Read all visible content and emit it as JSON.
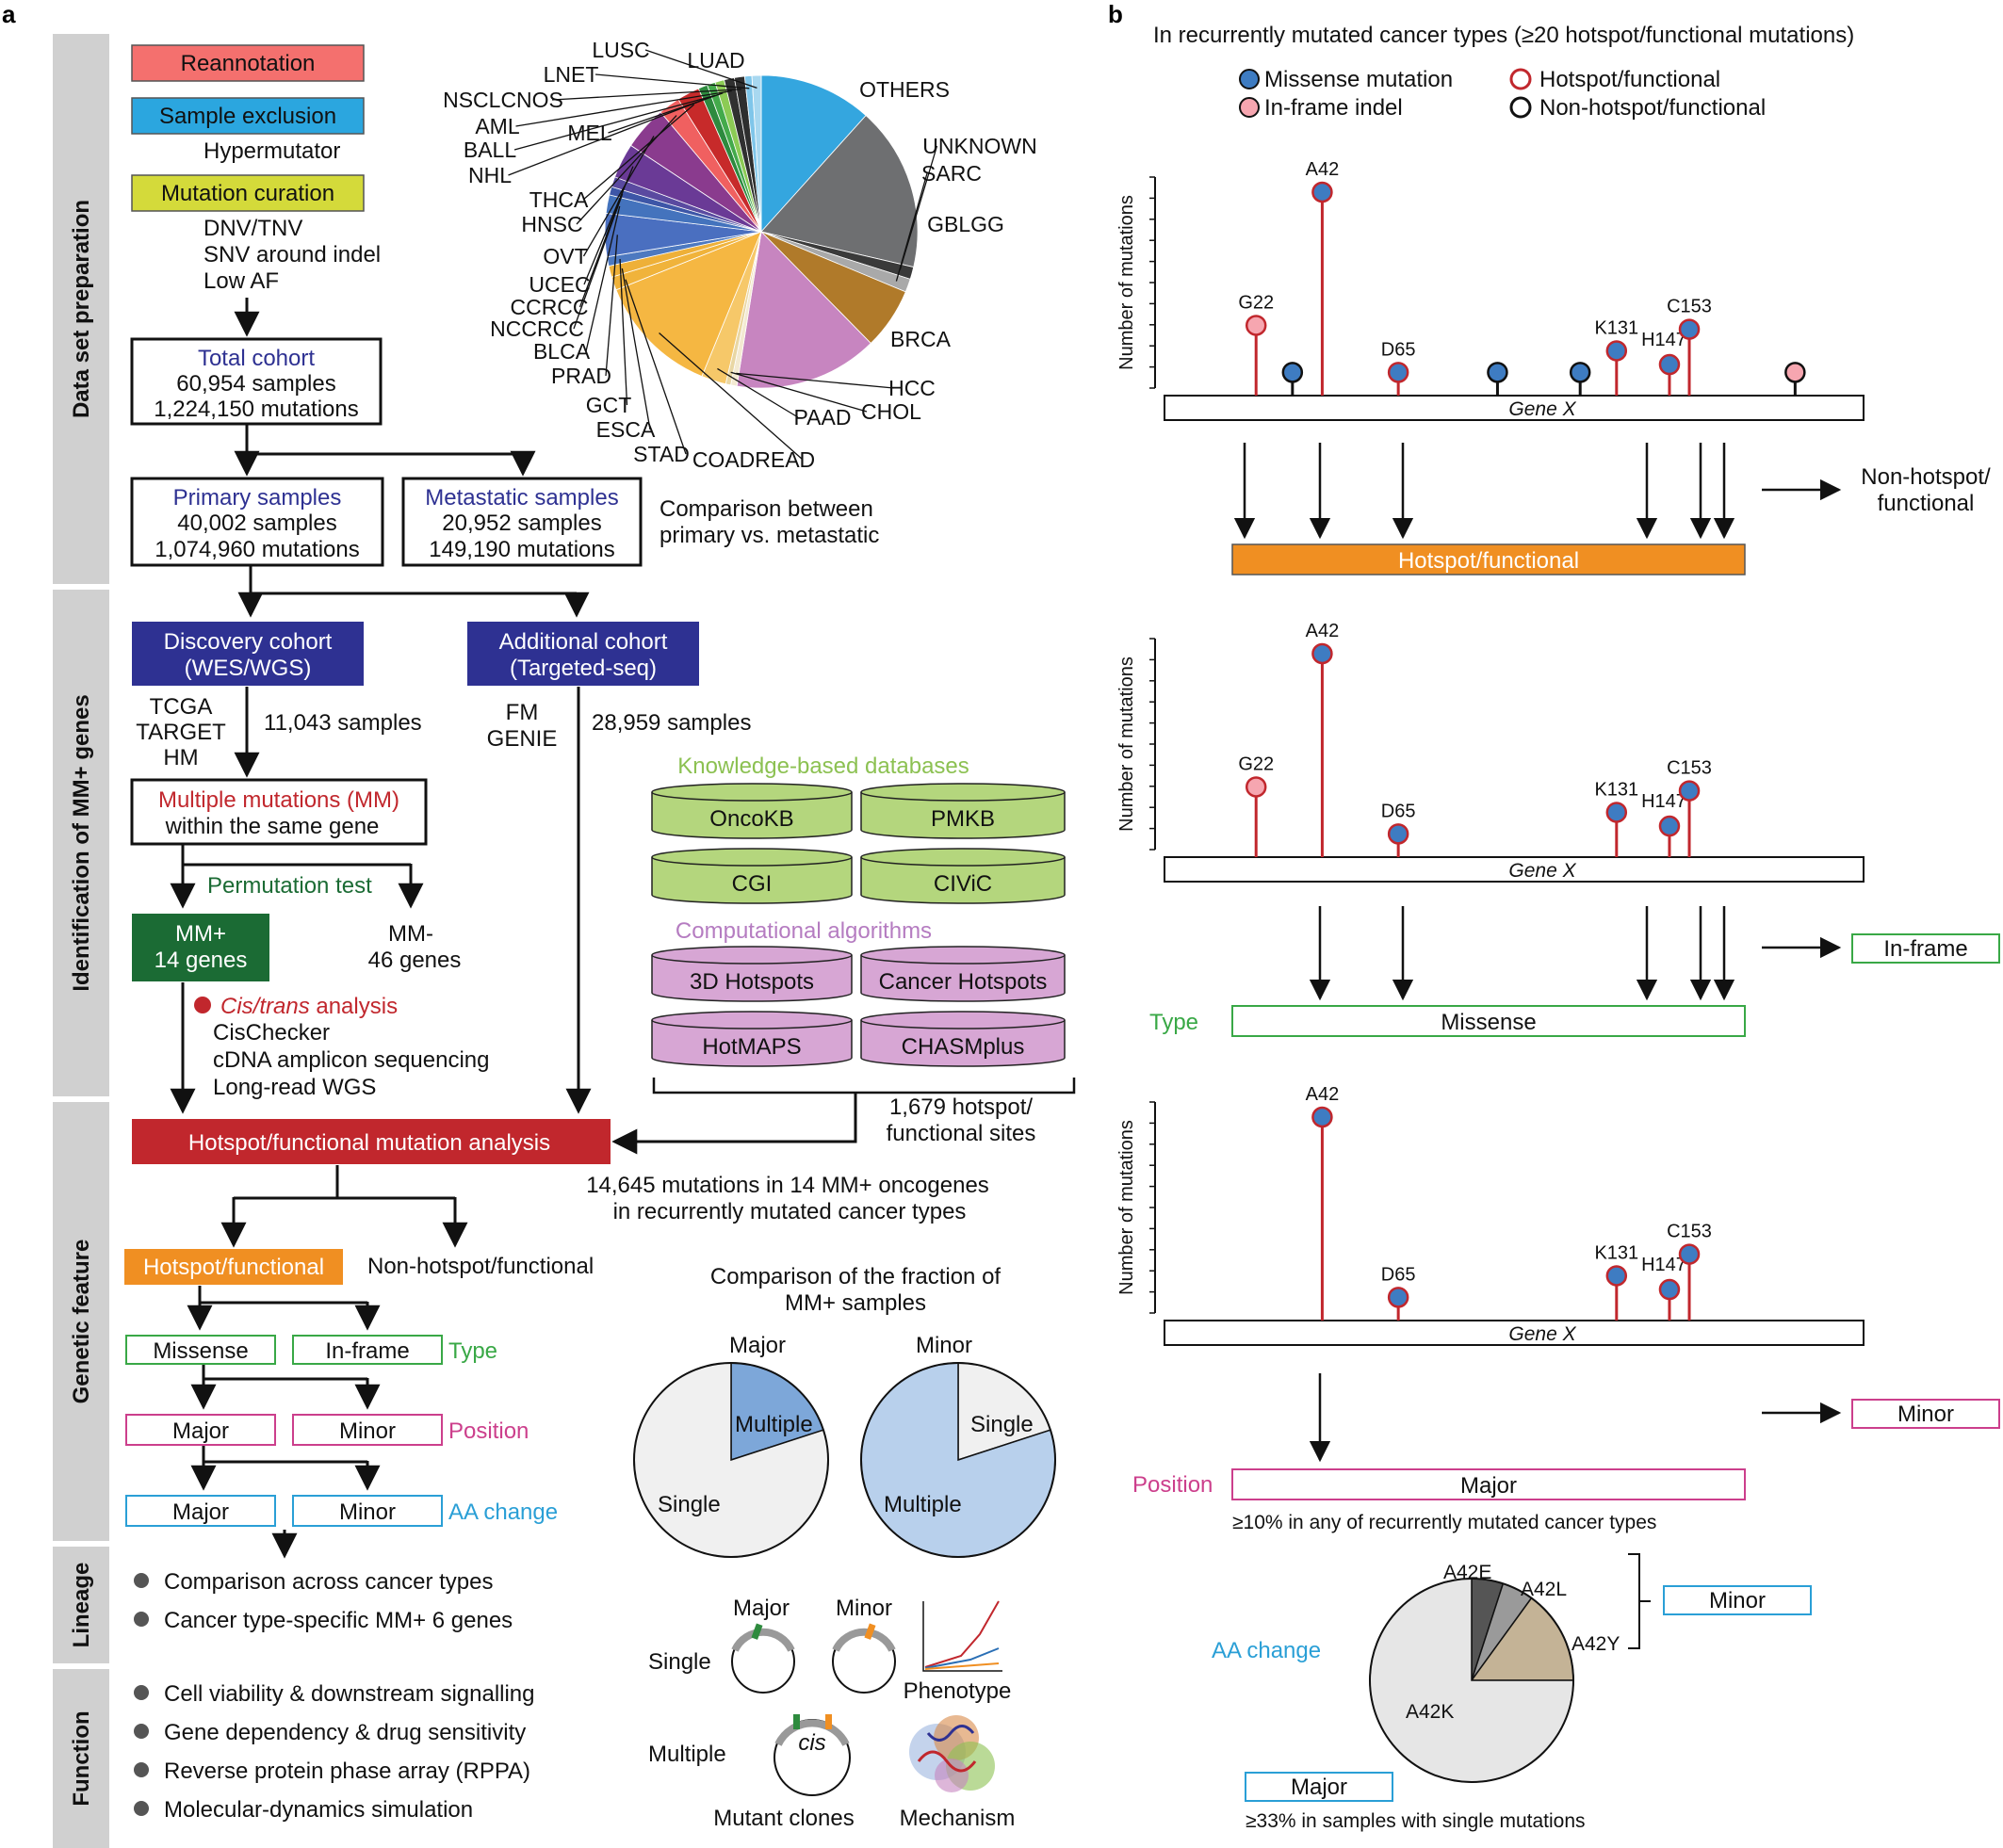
{
  "panel_a": {
    "label": "a",
    "sections": [
      "Data set preparation",
      "Identification of MM+ genes",
      "Genetic feature",
      "Lineage",
      "Function"
    ],
    "reannotation": "Reannotation",
    "sample_exclusion": "Sample exclusion",
    "hypermutator": "Hypermutator",
    "mutation_curation": "Mutation curation",
    "curation_items": [
      "DNV/TNV",
      "SNV around indel",
      "Low AF"
    ],
    "total_cohort": [
      "Total cohort",
      "60,954 samples",
      "1,224,150 mutations"
    ],
    "primary": [
      "Primary samples",
      "40,002 samples",
      "1,074,960  mutations"
    ],
    "metastatic": [
      "Metastatic samples",
      "20,952 samples",
      "149,190 mutations"
    ],
    "comparison": [
      "Comparison between",
      "primary vs. metastatic"
    ],
    "discovery": [
      "Discovery cohort",
      "(WES/WGS)"
    ],
    "discovery_sources": [
      "TCGA",
      "TARGET",
      "HM"
    ],
    "discovery_count": "11,043 samples",
    "additional": [
      "Additional cohort",
      "(Targeted-seq)"
    ],
    "additional_sources": [
      "FM",
      "GENIE"
    ],
    "additional_count": "28,959 samples",
    "mm_box": [
      "Multiple mutations (MM)",
      "within the same gene"
    ],
    "permutation": "Permutation test",
    "mm_plus": [
      "MM+",
      "14 genes"
    ],
    "mm_minus": [
      "MM-",
      "46 genes"
    ],
    "cistrans_italic": "Cis/trans",
    "cistrans_rest": " analysis",
    "cis_methods": [
      "CisChecker",
      "cDNA amplicon sequencing",
      "Long-read WGS"
    ],
    "knowledge_title": "Knowledge-based databases",
    "knowledge_dbs": [
      "OncoKB",
      "PMKB",
      "CGI",
      "CIViC"
    ],
    "computational_title": "Computational algorithms",
    "computational_dbs": [
      "3D Hotspots",
      "Cancer Hotspots",
      "HotMAPS",
      "CHASMplus"
    ],
    "hotspot_sites": [
      "1,679 hotspot/",
      "functional sites"
    ],
    "hotspot_analysis": "Hotspot/functional mutation analysis",
    "mutations_note": [
      "14,645 mutations in 14 MM+ oncogenes",
      "in recurrently mutated cancer types"
    ],
    "hotspot_functional": "Hotspot/functional",
    "non_hotspot": "Non-hotspot/functional",
    "missense": "Missense",
    "inframe": "In-frame",
    "type": "Type",
    "major": "Major",
    "minor": "Minor",
    "position": "Position",
    "aa_change": "AA change",
    "lineage_items": [
      "Comparison across cancer types",
      "Cancer type-specific MM+ 6 genes"
    ],
    "function_items": [
      "Cell viability & downstream signalling",
      "Gene dependency & drug sensitivity",
      "Reverse protein phase array (RPPA)",
      "Molecular-dynamics simulation"
    ],
    "fraction_title": [
      "Comparison of the fraction of",
      "MM+ samples"
    ],
    "pie_major_label": "Major",
    "pie_minor_label": "Minor",
    "multiple": "Multiple",
    "single": "Single",
    "clone_major": "Major",
    "clone_minor": "Minor",
    "clone_single": "Single",
    "clone_multiple": "Multiple",
    "cis": "cis",
    "phenotype": "Phenotype",
    "mutant_clones": "Mutant clones",
    "mechanism": "Mechanism",
    "colors": {
      "sidebar": "#d0d0d0",
      "reannotation": "#f4706e",
      "sample_exclusion": "#2ba6df",
      "curation": "#d4da3a",
      "navy": "#2e3192",
      "red": "#c1272d",
      "green": "#1b6b34",
      "orange": "#f08f22",
      "missense_green": "#39a846",
      "position_pink": "#cc3f8c",
      "aa_blue": "#2a9fd6",
      "db_green": "#b4d67d",
      "db_purple": "#d7a6d4",
      "pie_blue": "#7da7d9",
      "pie_light": "#f0f0f0"
    }
  },
  "panel_b": {
    "label": "b",
    "title": "In recurrently mutated cancer types (≥20 hotspot/functional mutations)",
    "legend": [
      "Missense mutation",
      "In-frame indel",
      "Hotspot/functional",
      "Non-hotspot/functional"
    ],
    "ylabel": "Number of mutations",
    "gene": "Gene X",
    "residues": {
      "G22": "G22",
      "A42": "A42",
      "D65": "D65",
      "K131": "K131",
      "H147": "H147",
      "C153": "C153"
    },
    "non_hotspot": [
      "Non-hotspot/",
      "functional"
    ],
    "hotspot_bar": "Hotspot/functional",
    "inframe": "In-frame",
    "type": "Type",
    "missense": "Missense",
    "minor": "Minor",
    "position": "Position",
    "major": "Major",
    "position_note": "≥10% in any of recurrently mutated cancer types",
    "aa_change": "AA change",
    "aa_major": "Major",
    "aa_minor": "Minor",
    "aa_note": "≥33% in samples with single mutations",
    "aa_labels": [
      "A42E",
      "A42L",
      "A42Y",
      "A42K"
    ]
  },
  "chart_data": [
    {
      "type": "pie",
      "categories": [
        "LUAD",
        "OTHERS",
        "UNKNOWN",
        "SARC",
        "GBLGG",
        "BRCA",
        "HCC",
        "CHOL",
        "PAAD",
        "COADREAD",
        "STAD",
        "ESCA",
        "GCT",
        "PRAD",
        "BLCA",
        "NCCRCC",
        "CCRCC",
        "UCEC",
        "OVT",
        "HNSC",
        "THCA",
        "NHL",
        "BALL",
        "MEL",
        "AML",
        "NSCLCNOS",
        "LNET",
        "LUSC"
      ],
      "values": [
        11.0,
        16.0,
        1.2,
        1.3,
        6.0,
        14.0,
        0.6,
        0.5,
        2.4,
        12.0,
        1.3,
        1.1,
        0.9,
        4.2,
        1.8,
        0.8,
        1.0,
        3.4,
        4.3,
        2.1,
        2.2,
        0.9,
        0.8,
        0.9,
        1.0,
        1.0,
        0.7,
        0.9
      ],
      "colors": [
        "#34a6df",
        "#6e6f71",
        "#3a3a3a",
        "#a9a9a9",
        "#b07a2a",
        "#c785c0",
        "#f3ead2",
        "#e9d7a4",
        "#f6c869",
        "#f5b742",
        "#f0b33b",
        "#eeb038",
        "#4d79c0",
        "#4a6fc0",
        "#4473bd",
        "#3d56a7",
        "#5a4aa0",
        "#6a3a96",
        "#8a3b8e",
        "#f06060",
        "#c72a2a",
        "#2d8a3e",
        "#43aa4b",
        "#8ccb55",
        "#303030",
        "#2e2e2e",
        "#7fc6ea",
        "#a8d8f0"
      ]
    },
    {
      "type": "pie",
      "title": "Major",
      "categories": [
        "Multiple",
        "Single"
      ],
      "values": [
        20,
        80
      ],
      "colors": [
        "#7da7d9",
        "#f0f0f0"
      ]
    },
    {
      "type": "pie",
      "title": "Minor",
      "categories": [
        "Single",
        "Multiple"
      ],
      "values": [
        20,
        80
      ],
      "colors": [
        "#f0f0f0",
        "#b8d0ec"
      ]
    },
    {
      "type": "lollipop",
      "title": "Gene X",
      "ylabel": "Number of mutations",
      "ylim": [
        0,
        10
      ],
      "x": [
        "G22",
        "",
        "A42",
        "D65",
        "",
        "",
        "K131",
        "H147",
        "C153",
        ""
      ],
      "positions": [
        22,
        33,
        42,
        65,
        95,
        120,
        131,
        147,
        153,
        185
      ],
      "values": [
        3.2,
        0.8,
        10,
        0.8,
        0.8,
        0.8,
        1.9,
        1.2,
        3.0,
        0.8
      ],
      "mutation_type": [
        "inframe",
        "missense",
        "missense",
        "missense",
        "missense",
        "missense",
        "missense",
        "missense",
        "missense",
        "inframe"
      ],
      "hotspot": [
        true,
        false,
        true,
        true,
        false,
        false,
        true,
        true,
        true,
        false
      ]
    },
    {
      "type": "lollipop",
      "title": "Gene X",
      "ylabel": "Number of mutations",
      "ylim": [
        0,
        10
      ],
      "x": [
        "G22",
        "A42",
        "D65",
        "K131",
        "H147",
        "C153"
      ],
      "positions": [
        22,
        42,
        65,
        131,
        147,
        153
      ],
      "values": [
        3.2,
        10,
        0.8,
        1.9,
        1.2,
        3.0
      ],
      "mutation_type": [
        "inframe",
        "missense",
        "missense",
        "missense",
        "missense",
        "missense"
      ],
      "hotspot": [
        true,
        true,
        true,
        true,
        true,
        true
      ]
    },
    {
      "type": "lollipop",
      "title": "Gene X",
      "ylabel": "Number of mutations",
      "ylim": [
        0,
        10
      ],
      "x": [
        "A42",
        "D65",
        "K131",
        "H147",
        "C153"
      ],
      "positions": [
        42,
        65,
        131,
        147,
        153
      ],
      "values": [
        10,
        0.8,
        1.9,
        1.2,
        3.0
      ],
      "mutation_type": [
        "missense",
        "missense",
        "missense",
        "missense",
        "missense"
      ],
      "hotspot": [
        true,
        true,
        true,
        true,
        true
      ]
    },
    {
      "type": "pie",
      "title": "AA change",
      "categories": [
        "A42E",
        "A42L",
        "A42Y",
        "A42K"
      ],
      "values": [
        5,
        5,
        15,
        75
      ],
      "colors": [
        "#555555",
        "#9a9a9a",
        "#c4b396",
        "#e6e6e6"
      ]
    }
  ]
}
